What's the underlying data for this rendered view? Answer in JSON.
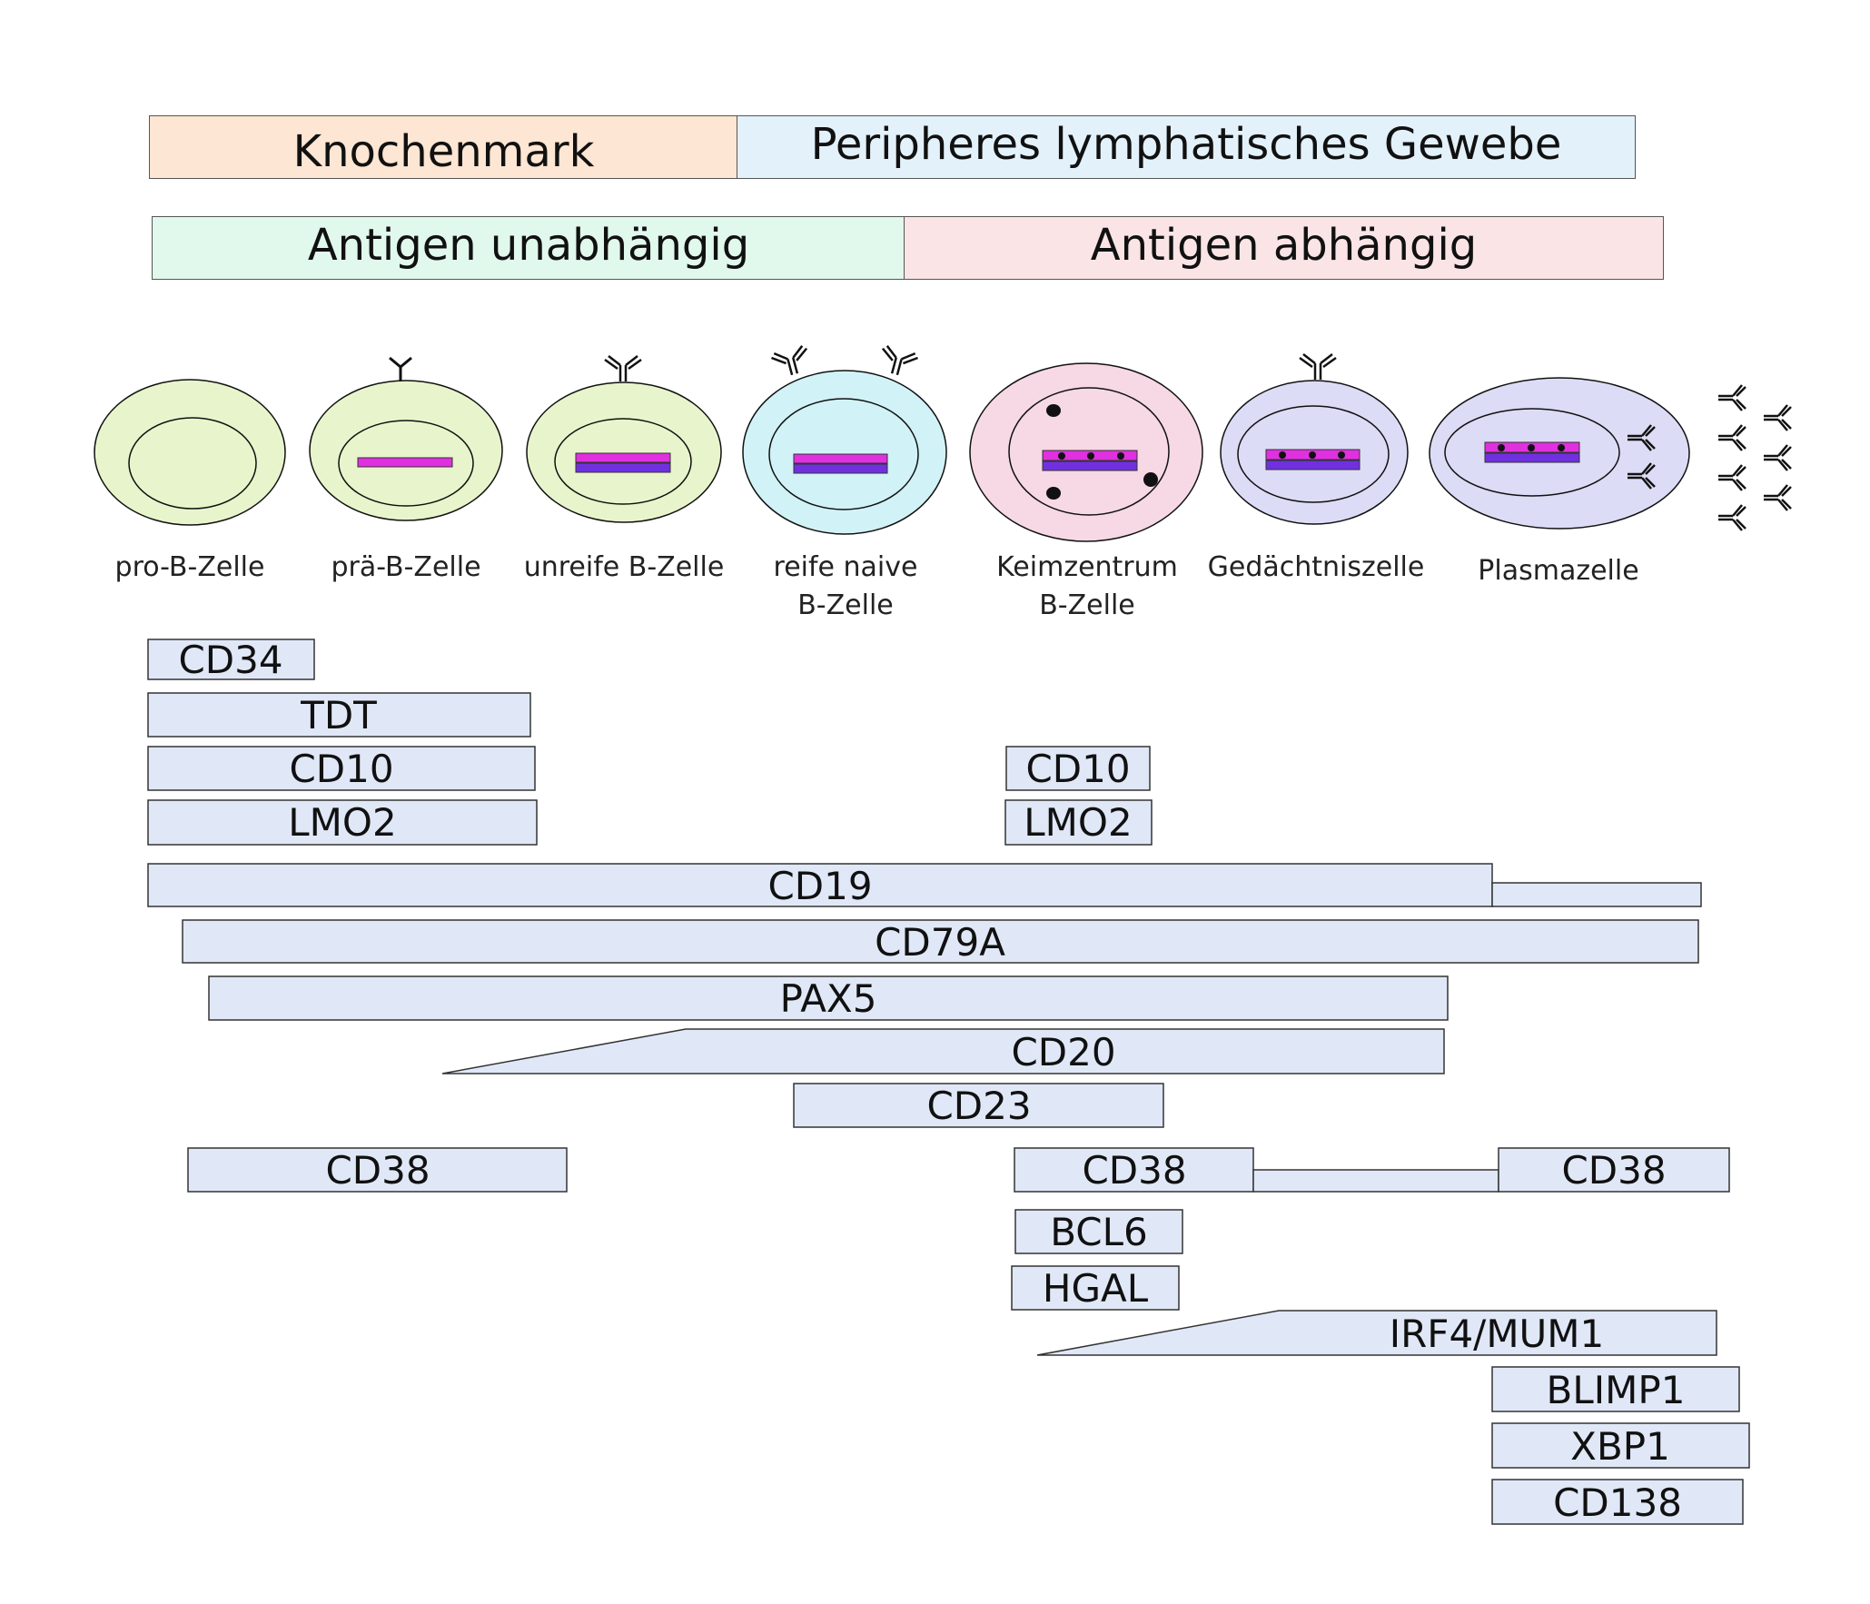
{
  "title_bands": {
    "location": [
      {
        "label": "Knochenmark",
        "color": "#fde6d3"
      },
      {
        "label": "Peripheres lymphatisches Gewebe",
        "color": "#e3f1fa"
      }
    ],
    "antigen": [
      {
        "label": "Antigen unabhängig",
        "color": "#e1f8ec"
      },
      {
        "label": "Antigen abhängig",
        "color": "#fae4e6"
      }
    ]
  },
  "cells": [
    {
      "id": "pro-b",
      "label": "pro-B-Zelle",
      "fill": "#e8f5cc",
      "receptor": "none",
      "chromosome": "none"
    },
    {
      "id": "pre-b",
      "label": "prä-B-Zelle",
      "fill": "#e8f5cc",
      "receptor": "single",
      "chromosome": "heavy"
    },
    {
      "id": "immature-b",
      "label": "unreife B-Zelle",
      "fill": "#e8f5cc",
      "receptor": "pair",
      "chromosome": "heavy-light"
    },
    {
      "id": "mature-naive-b",
      "label": "reife naive B-Zelle",
      "label_lines": [
        "reife naive",
        "B-Zelle"
      ],
      "fill": "#d1f2f6",
      "receptor": "double-pair",
      "chromosome": "heavy-light"
    },
    {
      "id": "germinal-center-b",
      "label": "Keimzentrum B-Zelle",
      "label_lines": [
        "Keimzentrum",
        "B-Zelle"
      ],
      "fill": "#f6d9e4",
      "receptor": "none",
      "chromosome": "mutated"
    },
    {
      "id": "memory-b",
      "label": "Gedächtniszelle",
      "fill": "#dcdcf6",
      "receptor": "pair",
      "chromosome": "mutated"
    },
    {
      "id": "plasma",
      "label": "Plasmazelle",
      "fill": "#dcdcf6",
      "receptor": "secreted",
      "chromosome": "mutated"
    }
  ],
  "colors": {
    "marker_fill": "#e0e8f8",
    "marker_stroke": "#333333",
    "heavy_chain": "#e030e0",
    "light_chain": "#7030e0"
  },
  "markers": [
    {
      "label": "CD34",
      "start": "pro-B",
      "end": "pro-B",
      "shape": "box"
    },
    {
      "label": "TDT",
      "start": "pro-B",
      "end": "prä-B",
      "shape": "box"
    },
    {
      "label": "CD10",
      "start": "pro-B",
      "end": "prä-B",
      "shape": "box"
    },
    {
      "label": "LMO2",
      "start": "pro-B",
      "end": "prä-B",
      "shape": "box"
    },
    {
      "label": "CD10",
      "start": "Keimzentrum",
      "end": "Keimzentrum",
      "shape": "box"
    },
    {
      "label": "LMO2",
      "start": "Keimzentrum",
      "end": "Keimzentrum",
      "shape": "box"
    },
    {
      "label": "CD19",
      "start": "pro-B",
      "end": "Plasmazelle",
      "shape": "box-with-weak-tail"
    },
    {
      "label": "CD79A",
      "start": "pro-B",
      "end": "Plasmazelle",
      "shape": "box"
    },
    {
      "label": "PAX5",
      "start": "pro-B",
      "end": "Gedächtniszelle",
      "shape": "box"
    },
    {
      "label": "CD20",
      "start": "prä-B",
      "end": "Gedächtniszelle",
      "shape": "ramp-up"
    },
    {
      "label": "CD23",
      "start": "unreife B",
      "end": "reife naive B",
      "shape": "box"
    },
    {
      "label": "CD38",
      "start": "pro-B",
      "end": "prä-B",
      "shape": "box"
    },
    {
      "label": "CD38",
      "start": "Keimzentrum",
      "end": "Keimzentrum",
      "shape": "box"
    },
    {
      "label": "",
      "start": "Gedächtniszelle",
      "end": "Gedächtniszelle",
      "shape": "weak-connector"
    },
    {
      "label": "CD38",
      "start": "Plasmazelle",
      "end": "Plasmazelle",
      "shape": "box"
    },
    {
      "label": "BCL6",
      "start": "Keimzentrum",
      "end": "Keimzentrum",
      "shape": "box"
    },
    {
      "label": "HGAL",
      "start": "Keimzentrum",
      "end": "Keimzentrum",
      "shape": "box"
    },
    {
      "label": "IRF4/MUM1",
      "start": "Keimzentrum",
      "end": "Plasmazelle",
      "shape": "ramp-up"
    },
    {
      "label": "BLIMP1",
      "start": "Plasmazelle",
      "end": "Plasmazelle",
      "shape": "box"
    },
    {
      "label": "XBP1",
      "start": "Plasmazelle",
      "end": "Plasmazelle",
      "shape": "box"
    },
    {
      "label": "CD138",
      "start": "Plasmazelle",
      "end": "Plasmazelle",
      "shape": "box"
    }
  ]
}
